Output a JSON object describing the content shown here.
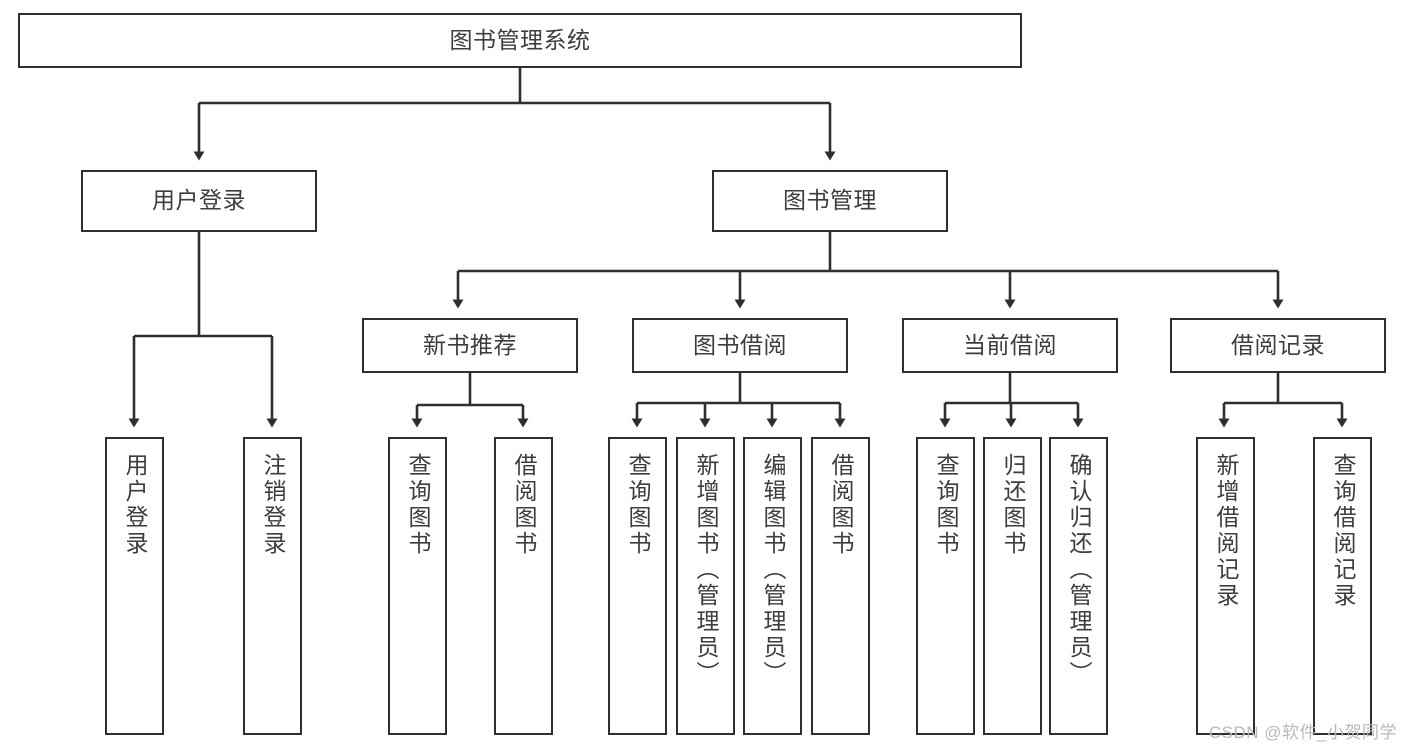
{
  "diagram": {
    "title": "图书管理系统",
    "watermark": "CSDN @软件_小贺同学",
    "colors": {
      "background": "#ffffff",
      "border": "#2f2f2f",
      "text": "#3d3d3d",
      "connector": "#2f2f2f",
      "watermark": "#b9b9b9"
    },
    "root": {
      "label": "图书管理系统"
    },
    "level2": [
      {
        "label": "用户登录"
      },
      {
        "label": "图书管理"
      }
    ],
    "level3": [
      {
        "label": "新书推荐"
      },
      {
        "label": "图书借阅"
      },
      {
        "label": "当前借阅"
      },
      {
        "label": "借阅记录"
      }
    ],
    "leaves": {
      "user_login": [
        {
          "label": "用户登录"
        },
        {
          "label": "注销登录"
        }
      ],
      "new_book_recommend": [
        {
          "label": "查询图书"
        },
        {
          "label": "借阅图书"
        }
      ],
      "book_borrow": [
        {
          "label": "查询图书"
        },
        {
          "label": "新增图书（管理员）"
        },
        {
          "label": "编辑图书（管理员）"
        },
        {
          "label": "借阅图书"
        }
      ],
      "current_borrow": [
        {
          "label": "查询图书"
        },
        {
          "label": "归还图书"
        },
        {
          "label": "确认归还（管理员）"
        }
      ],
      "borrow_record": [
        {
          "label": "新增借阅记录"
        },
        {
          "label": "查询借阅记录"
        }
      ]
    }
  }
}
